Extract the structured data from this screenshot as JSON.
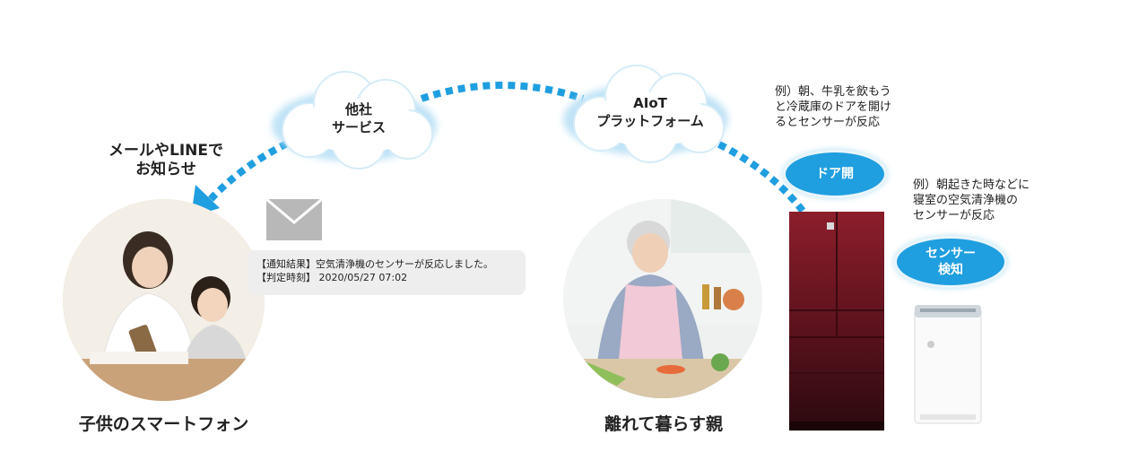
{
  "clouds": {
    "other_service": {
      "line1": "他社",
      "line2": "サービス"
    },
    "aiot": {
      "line1": "AIoT",
      "line2": "プラットフォーム"
    }
  },
  "notification_label": {
    "line1": "メールやLINEで",
    "line2": "お知らせ"
  },
  "message": {
    "line1": "【通知結果】空気清浄機のセンサーが反応しました。",
    "line2": "【判定時刻】 2020/05/27 07:02"
  },
  "captions": {
    "child_phone": "子供のスマートフォン",
    "parent": "離れて暮らす親"
  },
  "example_fridge": {
    "line1": "例）朝、牛乳を飲もう",
    "line2": "と冷蔵庫のドアを開け",
    "line3": "るとセンサーが反応"
  },
  "example_purifier": {
    "line1": "例）朝起きた時などに",
    "line2": "寝室の空気清浄機の",
    "line3": "センサーが反応"
  },
  "badges": {
    "door_open": "ドア開",
    "sensor_line1": "センサー",
    "sensor_line2": "検知"
  },
  "colors": {
    "accent_blue": "#1f9ee0",
    "cloud_fill": "#ffffff",
    "cloud_glow": "#bfe3f6",
    "fridge_red": "#7a1622",
    "message_bg": "#eeeeee",
    "envelope_gray": "#b8b8b8"
  },
  "icons": [
    "envelope-icon",
    "cloud-icon",
    "arrow-head-icon",
    "refrigerator-icon",
    "air-purifier-icon"
  ]
}
